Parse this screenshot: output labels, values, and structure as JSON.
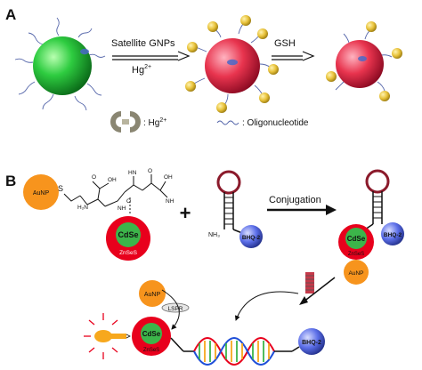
{
  "panel_a": {
    "letter": "A",
    "arrow1_label_top": "Satellite GNPs",
    "arrow1_label_bottom": "Hg",
    "arrow1_label_bottom_sup": "2+",
    "arrow2_label": "GSH",
    "legend_hg_text": ": Hg",
    "legend_hg_sup": "2+",
    "legend_oligo_text": ": Oligonucleotide"
  },
  "panel_b": {
    "letter": "B",
    "aunp_label": "AuNP",
    "s_label": "S",
    "nh2_label": "H₂N",
    "cdse_label": "CdSe",
    "znses_label": "ZnSeS",
    "plus": "+",
    "nh3_label": "NH₃",
    "bhq_label": "BHQ-2",
    "conjugation_label": "Conjugation",
    "product_cdse": "CdSe",
    "product_znses": "ZnSeS",
    "product_bhq": "BHQ-2",
    "product_aunp": "AuNP",
    "bottom_aunp": "AuNP",
    "lspr_label": "LSPR",
    "bottom_cdse": "CdSe",
    "bottom_znses": "ZnSeS",
    "bottom_bhq": "BHQ-2"
  },
  "colors": {
    "green_sphere": "#2ecc40",
    "red_sphere": "#e8344e",
    "gold": "#e8c23a",
    "orange_aunp": "#f7941d",
    "qd_red": "#e8001c",
    "qd_green": "#3cb54a",
    "bhq_blue": "#5b6ee8",
    "hairpin": "#8b1a2b",
    "arrow": "#111111"
  }
}
